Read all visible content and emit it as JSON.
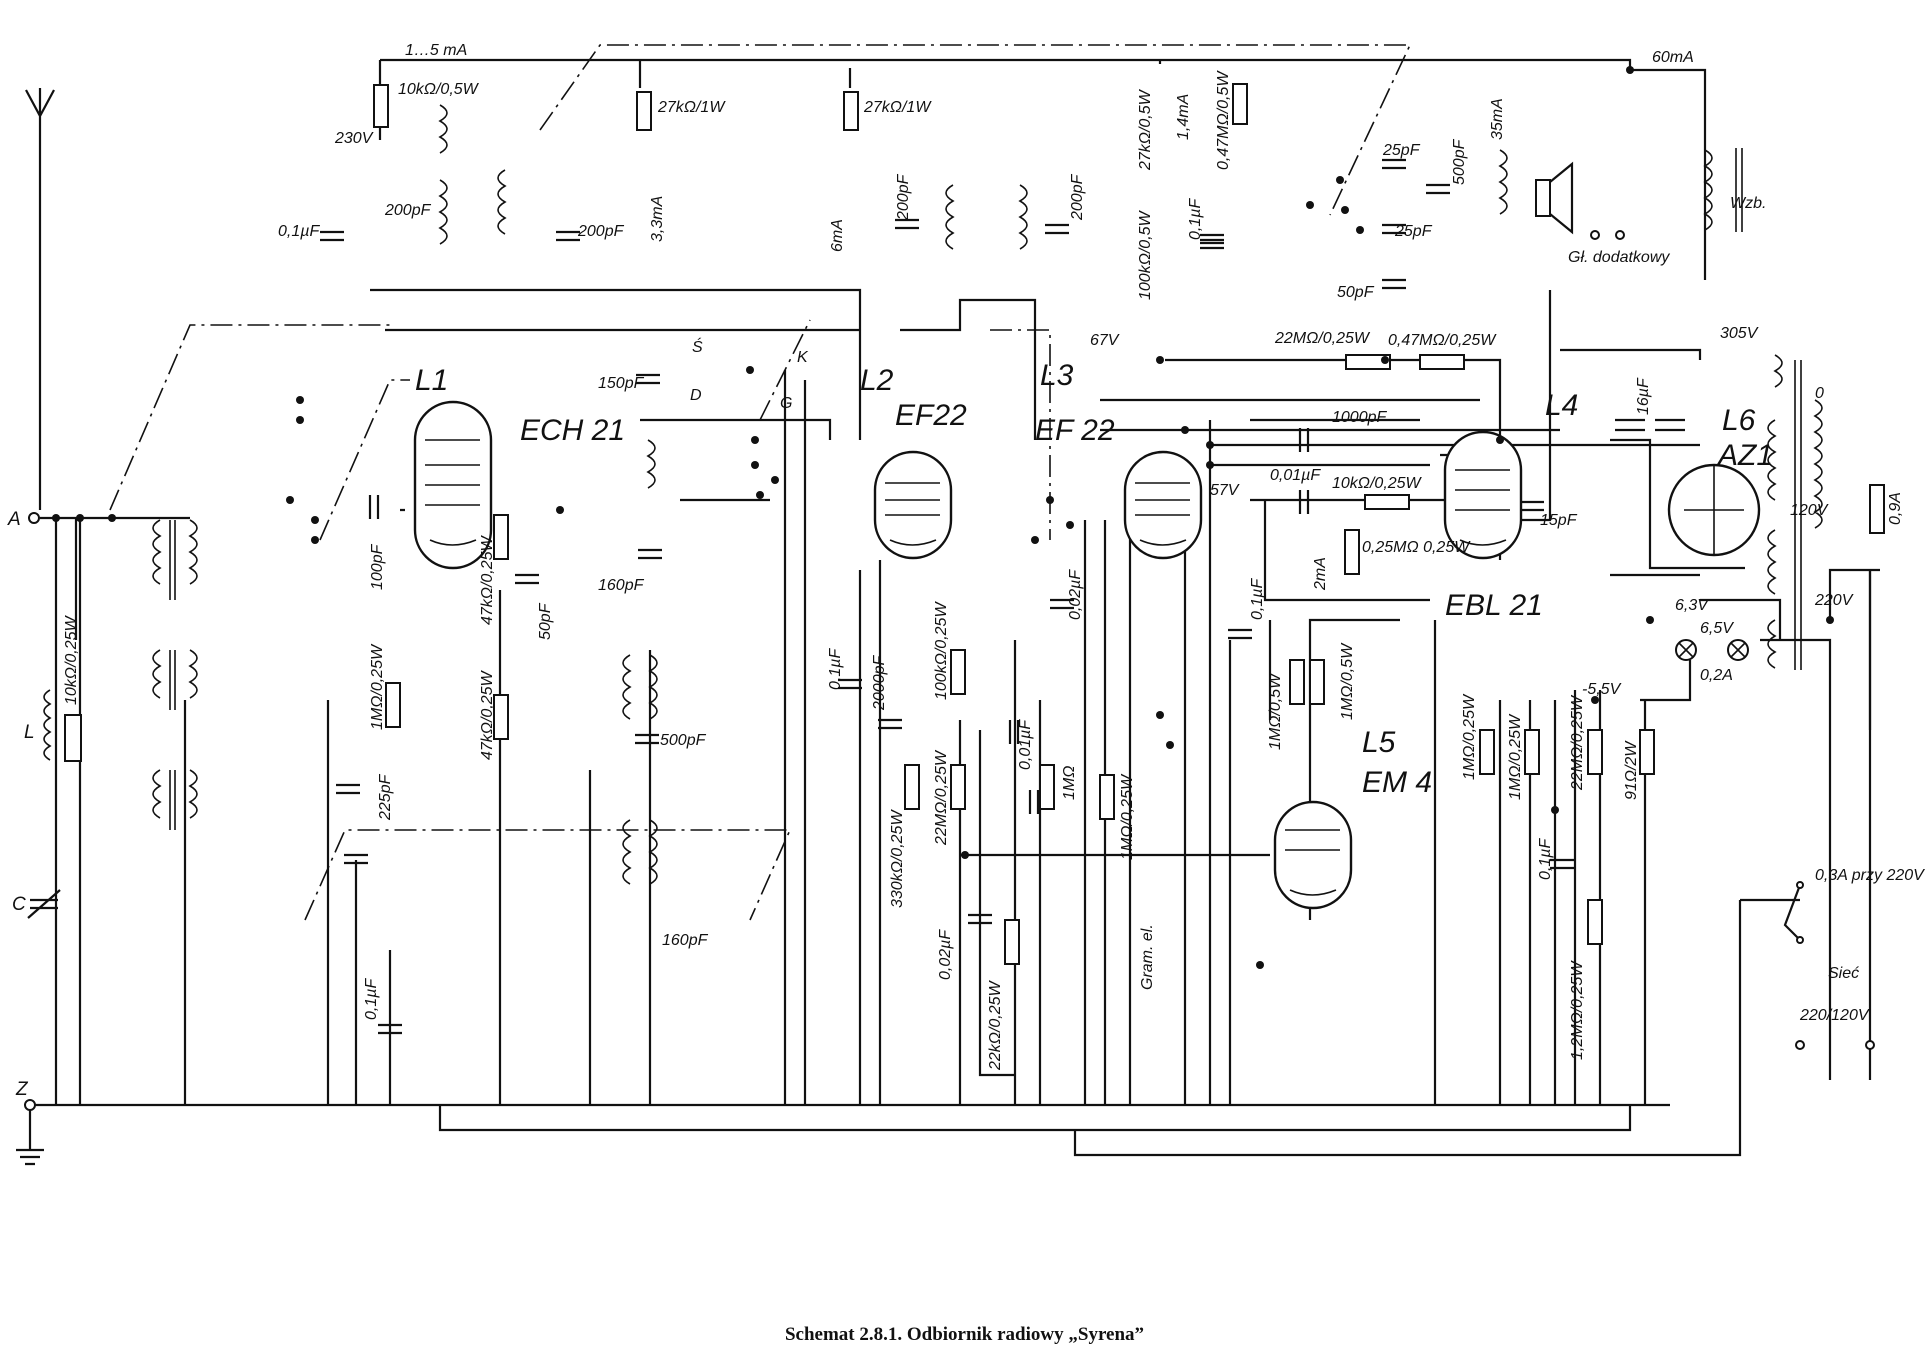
{
  "caption": "Schemat 2.8.1. Odbiornik radiowy „Syrena”",
  "tubes": [
    {
      "id": "L1",
      "type": "ECH 21"
    },
    {
      "id": "L2",
      "type": "EF22"
    },
    {
      "id": "L3",
      "type": "EF 22"
    },
    {
      "id": "L4",
      "type": "EBL 21"
    },
    {
      "id": "L5",
      "type": "EM 4"
    },
    {
      "id": "L6",
      "type": "AZ1"
    }
  ],
  "terminals": {
    "antenna": "A",
    "ground": "Z",
    "coil": "L",
    "capacitor": "C"
  },
  "switch_positions": [
    "Ś",
    "K",
    "D",
    "G"
  ],
  "labels": {
    "r_ant": "10kΩ/0,25W",
    "current_top": "1…5 mA",
    "r_10k_05": "10kΩ/0,5W",
    "v_230": "230V",
    "c_01_a": "0,1µF",
    "c_200_a": "200pF",
    "c_200_b": "200pF",
    "r_27k_a": "27kΩ/1W",
    "r_27k_b": "27kΩ/1W",
    "i_33": "3,3mA",
    "i_6": "6mA",
    "c_200_c": "200pF",
    "c_200_d": "200pF",
    "c_150": "150pF",
    "c_100": "100pF",
    "r_47k_a": "47kΩ/0,25W",
    "r_47k_b": "47kΩ/0,25W",
    "c_50": "50pF",
    "r_1m_a": "1MΩ/0,25W",
    "c_225": "225pF",
    "c_01_b": "0,1µF",
    "c_160_a": "160pF",
    "c_500": "500pF",
    "c_160_b": "160pF",
    "c_01_c": "0,1µF",
    "c_2000": "2000pF",
    "r_100k_a": "100kΩ/0,25W",
    "r_330k": "330kΩ/0,25W",
    "r_22m_a": "22MΩ/0,25W",
    "c_002_a": "0,02µF",
    "r_22k": "22kΩ/0,25W",
    "c_001": "0,01µF",
    "r_1m_pot": "1MΩ",
    "r_1m_b": "1MΩ/0,25W",
    "gram": "Gram. el.",
    "c_002_b": "0,02µF",
    "r_27k_c": "27kΩ/0,5W",
    "i_14": "1,4mA",
    "r_047m_a": "0,47MΩ/0,5W",
    "r_100k_b": "100kΩ/0,5W",
    "c_01_d": "0,1µF",
    "v_67": "67V",
    "v_57": "57V",
    "r_22m_b": "22MΩ/0,25W",
    "r_047m_b": "0,47MΩ/0,25W",
    "c_1000": "1000pF",
    "c_001_b": "0,01µF",
    "r_10k_b": "10kΩ/0,25W",
    "r_025m": "0,25MΩ 0,25W",
    "i_2": "2mA",
    "c_01_e": "0,1µF",
    "r_1m_c": "1MΩ/0,5W",
    "r_1m_d": "1MΩ/0,5W",
    "c_25_a": "25pF",
    "c_25_b": "25pF",
    "c_500_b": "500pF",
    "c_50_b": "50pF",
    "i_35": "35mA",
    "speaker_extra": "Gł. dodatkowy",
    "i_60": "60mA",
    "wzb": "Wzb.",
    "v_305": "305V",
    "c_16": "16µF",
    "c_15": "15pF",
    "zero": "0",
    "v_120": "120V",
    "fuse_09": "0,9A",
    "v_220": "220V",
    "v_63": "6,3V",
    "v_65": "6,5V",
    "a_02": "0,2A",
    "r_1m_e": "1MΩ/0,25W",
    "r_1m_f": "1MΩ/0,25W",
    "r_22m_c": "22MΩ/0,25W",
    "r_91": "91Ω/2W",
    "v_55": "-5,5V",
    "c_01_f": "0,1µF",
    "r_12m": "1,2MΩ/0,25W",
    "fuse_03": "0,3A przy 220V",
    "mains": "Sieć",
    "mains_v": "220/120V"
  }
}
